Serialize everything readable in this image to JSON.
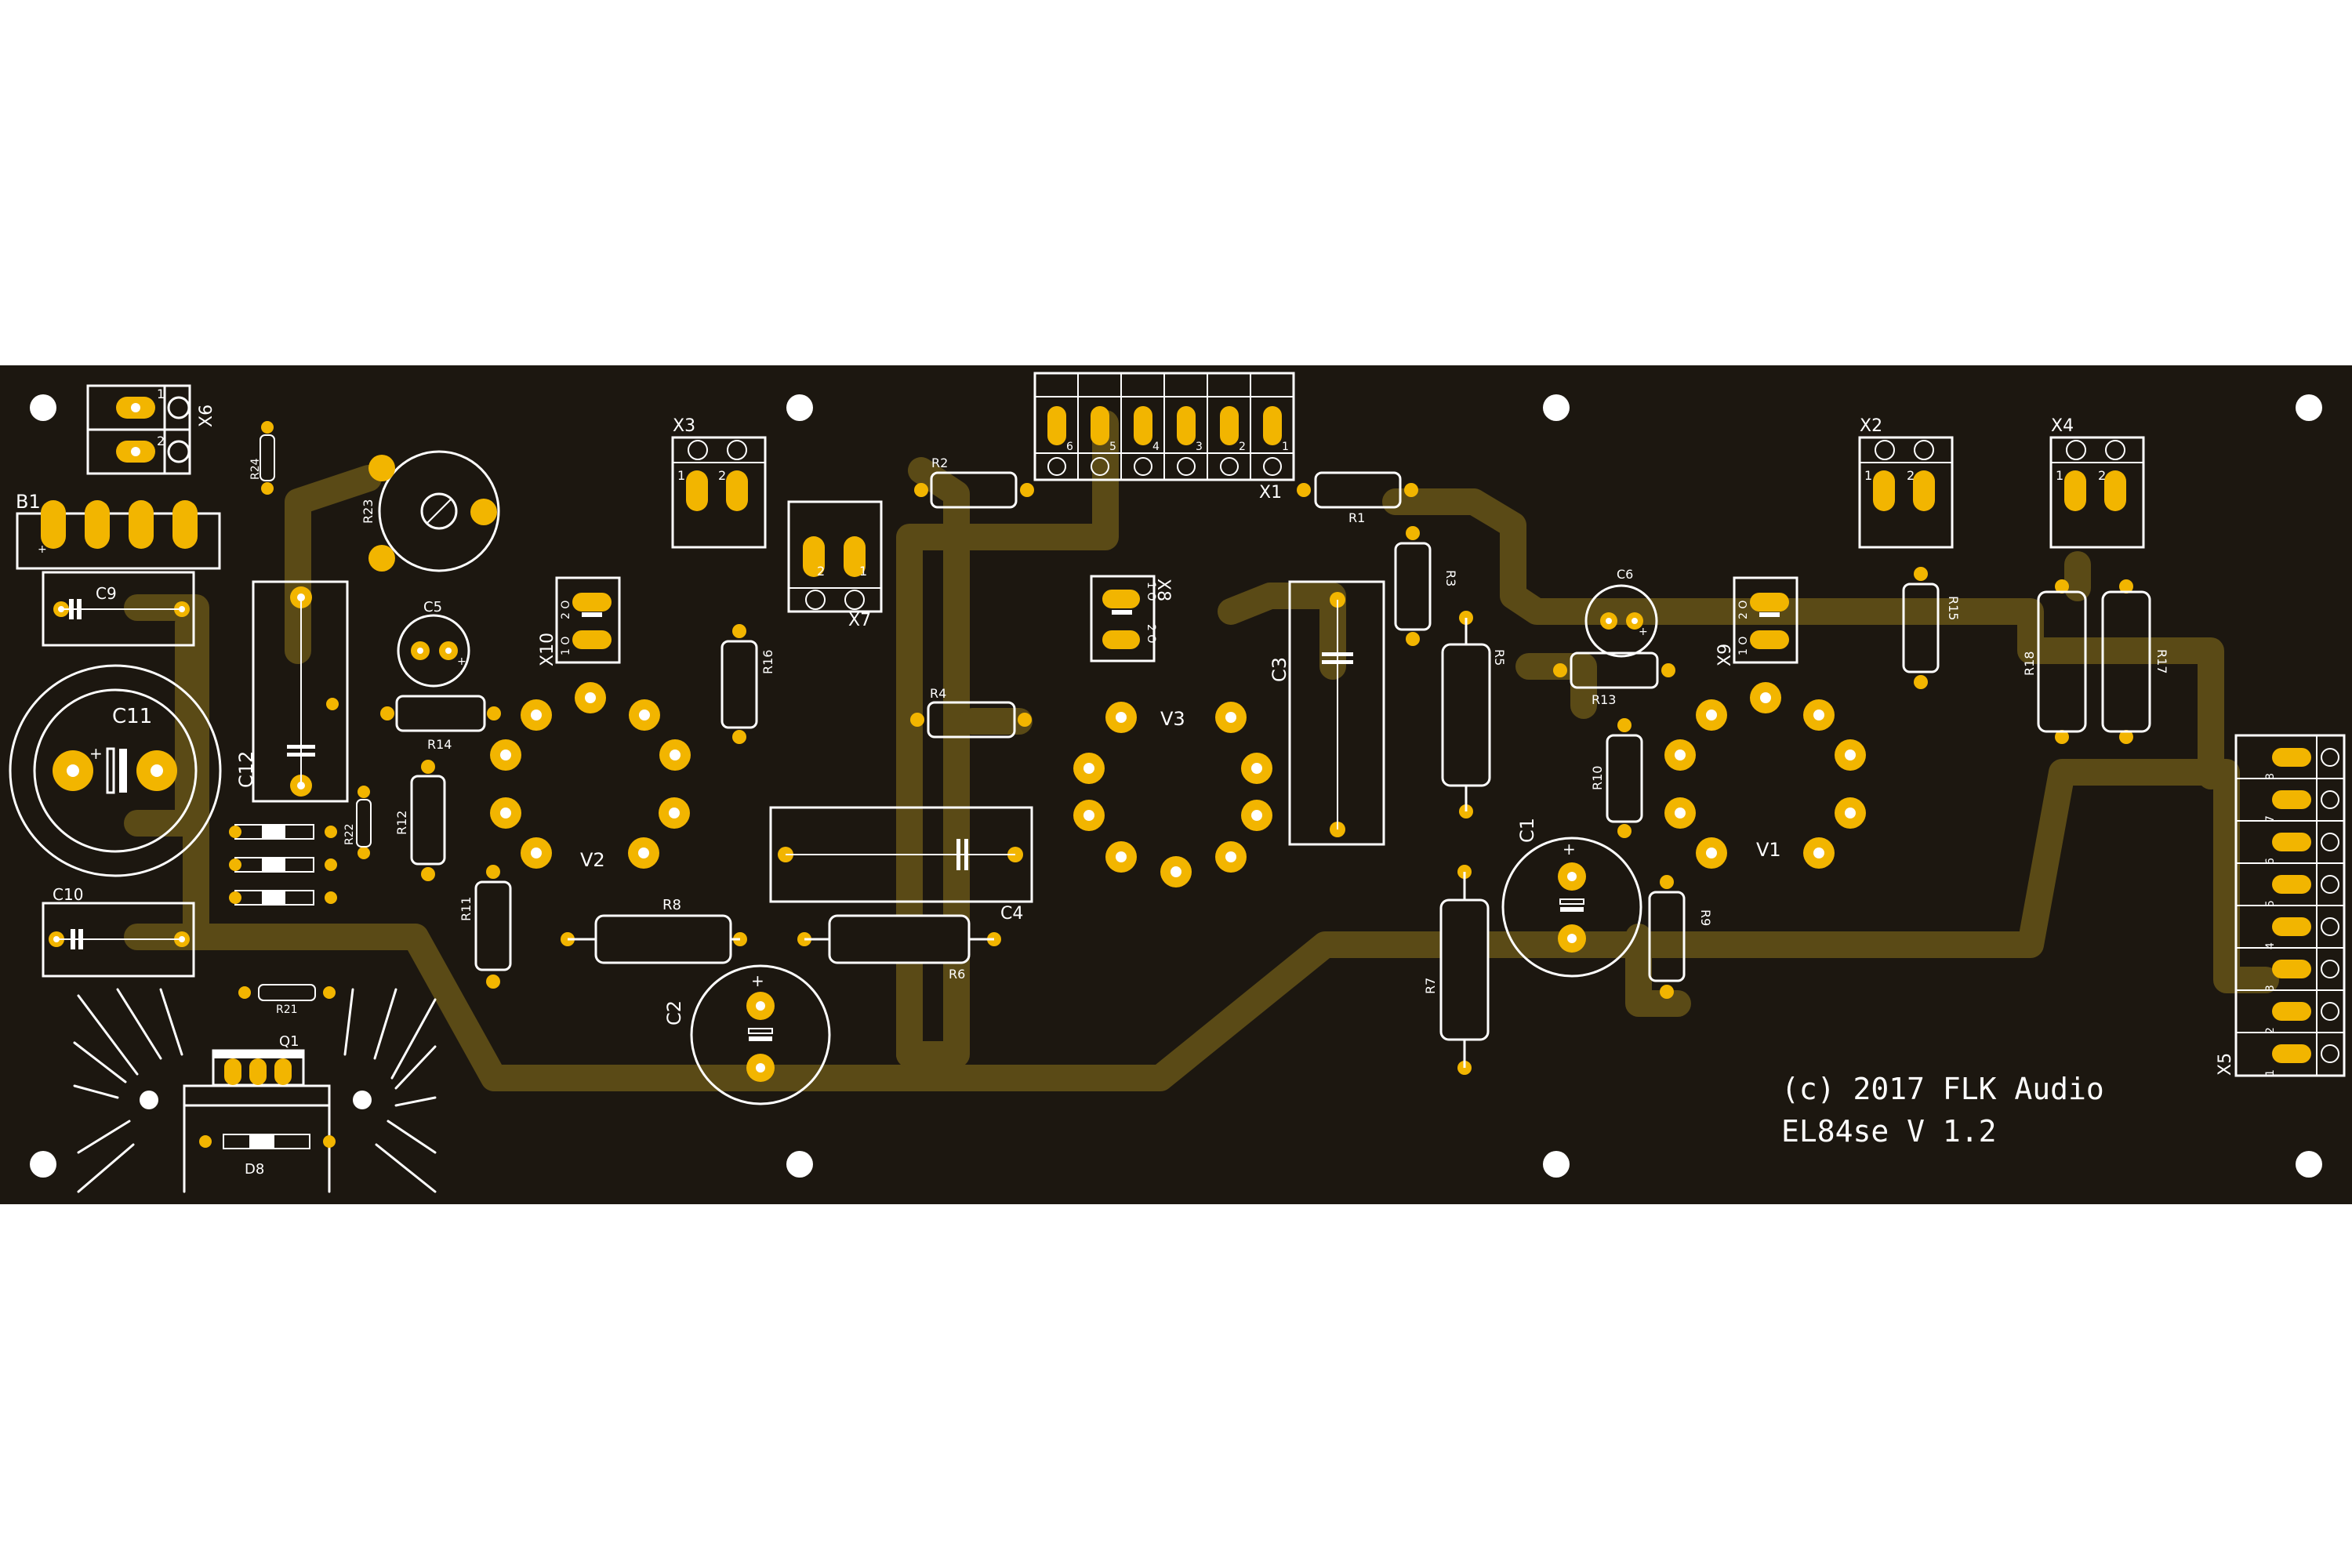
{
  "board": {
    "copyright": "(c) 2017 FLK Audio",
    "version": "EL84se V 1.2"
  },
  "colors": {
    "background": "#ffffff",
    "board": "#1c1710",
    "copper": "#5a4a16",
    "pad": "#f2b500",
    "silk": "#ffffff"
  },
  "labels": {
    "B1": "B1",
    "C1": "C1",
    "C2": "C2",
    "C3": "C3",
    "C4": "C4",
    "C5": "C5",
    "C6": "C6",
    "C9": "C9",
    "C10": "C10",
    "C11": "C11",
    "C12": "C12",
    "D8": "D8",
    "Q1": "Q1",
    "R1": "R1",
    "R2": "R2",
    "R3": "R3",
    "R4": "R4",
    "R5": "R5",
    "R6": "R6",
    "R7": "R7",
    "R8": "R8",
    "R9": "R9",
    "R10": "R10",
    "R11": "R11",
    "R12": "R12",
    "R13": "R13",
    "R14": "R14",
    "R15": "R15",
    "R16": "R16",
    "R17": "R17",
    "R18": "R18",
    "R21": "R21",
    "R22": "R22",
    "R23": "R23",
    "R24": "R24",
    "V1": "V1",
    "V2": "V2",
    "V3": "V3",
    "X1": "X1",
    "X2": "X2",
    "X3": "X3",
    "X4": "X4",
    "X5": "X5",
    "X6": "X6",
    "X7": "X7",
    "X8": "X8",
    "X9": "X9",
    "X10": "X10"
  },
  "pin_labels": {
    "x1": [
      "6",
      "5",
      "4",
      "3",
      "2",
      "1"
    ],
    "x5": [
      "8",
      "7",
      "6",
      "5",
      "4",
      "3",
      "2",
      "1"
    ],
    "pair_12": [
      "1",
      "2"
    ],
    "pair_21": [
      "2",
      "1"
    ],
    "pair_vertical": [
      "2 O",
      "1 O"
    ],
    "plus": "+"
  }
}
